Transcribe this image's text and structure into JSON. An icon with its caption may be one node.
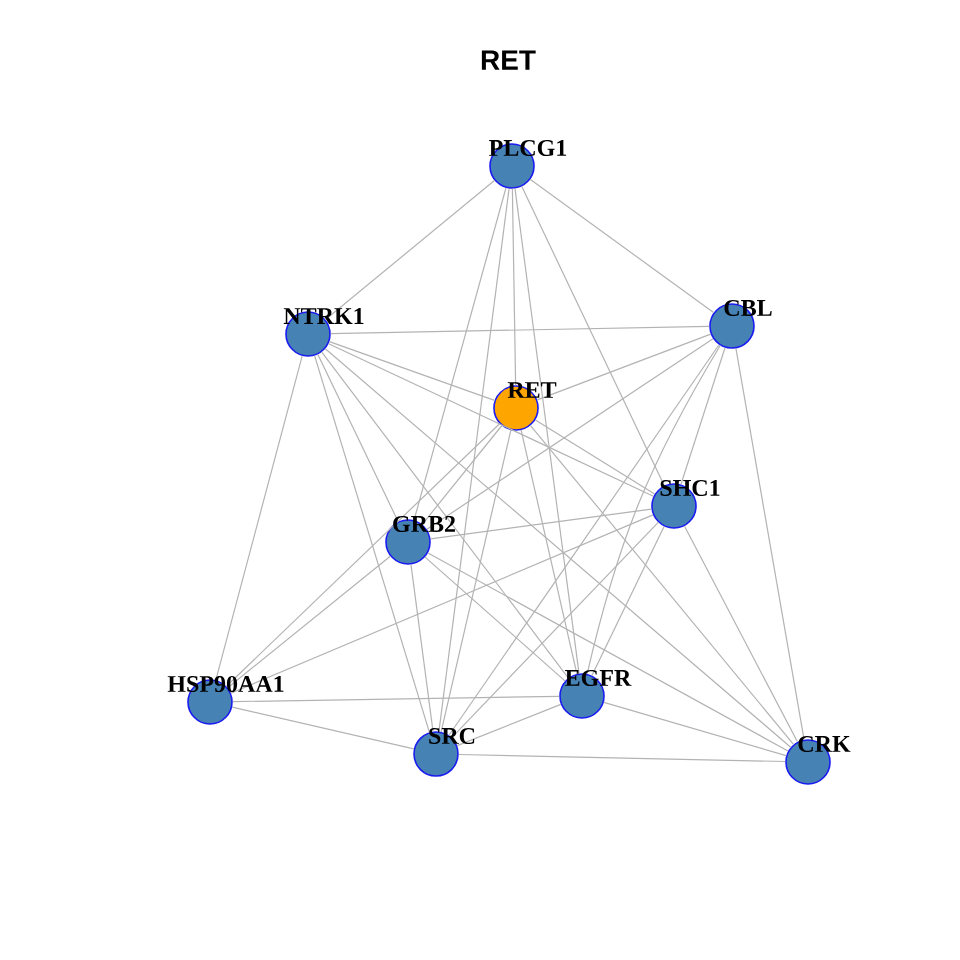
{
  "diagram": {
    "title": "RET",
    "nodes": [
      {
        "text": [
          "PLCG1"
        ]
      },
      {
        "text": [
          "NTRK1"
        ]
      },
      {
        "text": [
          "CBL"
        ]
      },
      {
        "text": [
          "RET"
        ]
      },
      {
        "text": [
          "SHC1"
        ]
      },
      {
        "text": [
          "GRB2"
        ]
      },
      {
        "text": [
          "HSP90AA1"
        ]
      },
      {
        "text": [
          "EGFR"
        ]
      },
      {
        "text": [
          "SRC"
        ]
      },
      {
        "text": [
          "CRK"
        ]
      }
    ],
    "edges": [
      {
        "from": 0,
        "to": 1,
        "arrow": "none"
      },
      {
        "from": 0,
        "to": 2,
        "arrow": "none"
      },
      {
        "from": 0,
        "to": 3,
        "arrow": "none"
      },
      {
        "from": 0,
        "to": 4,
        "arrow": "none"
      },
      {
        "from": 0,
        "to": 5,
        "arrow": "none"
      },
      {
        "from": 0,
        "to": 7,
        "arrow": "none"
      },
      {
        "from": 0,
        "to": 8,
        "arrow": "none"
      },
      {
        "from": 1,
        "to": 2,
        "arrow": "none"
      },
      {
        "from": 1,
        "to": 3,
        "arrow": "none"
      },
      {
        "from": 1,
        "to": 4,
        "arrow": "none"
      },
      {
        "from": 1,
        "to": 5,
        "arrow": "none"
      },
      {
        "from": 1,
        "to": 6,
        "arrow": "none"
      },
      {
        "from": 1,
        "to": 7,
        "arrow": "none"
      },
      {
        "from": 1,
        "to": 8,
        "arrow": "none"
      },
      {
        "from": 1,
        "to": 9,
        "arrow": "none"
      },
      {
        "from": 2,
        "to": 3,
        "arrow": "none"
      },
      {
        "from": 2,
        "to": 4,
        "arrow": "none"
      },
      {
        "from": 2,
        "to": 5,
        "arrow": "none"
      },
      {
        "from": 2,
        "to": 7,
        "arrow": "none"
      },
      {
        "from": 2,
        "to": 8,
        "arrow": "none"
      },
      {
        "from": 2,
        "to": 9,
        "arrow": "none"
      },
      {
        "from": 3,
        "to": 4,
        "arrow": "none"
      },
      {
        "from": 3,
        "to": 5,
        "arrow": "none"
      },
      {
        "from": 3,
        "to": 6,
        "arrow": "none"
      },
      {
        "from": 3,
        "to": 7,
        "arrow": "none"
      },
      {
        "from": 3,
        "to": 8,
        "arrow": "none"
      },
      {
        "from": 3,
        "to": 9,
        "arrow": "none"
      },
      {
        "from": 4,
        "to": 5,
        "arrow": "none"
      },
      {
        "from": 4,
        "to": 6,
        "arrow": "none"
      },
      {
        "from": 4,
        "to": 7,
        "arrow": "none"
      },
      {
        "from": 4,
        "to": 8,
        "arrow": "none"
      },
      {
        "from": 4,
        "to": 9,
        "arrow": "none"
      },
      {
        "from": 5,
        "to": 6,
        "arrow": "none"
      },
      {
        "from": 5,
        "to": 7,
        "arrow": "none"
      },
      {
        "from": 5,
        "to": 8,
        "arrow": "none"
      },
      {
        "from": 5,
        "to": 9,
        "arrow": "none"
      },
      {
        "from": 6,
        "to": 7,
        "arrow": "none"
      },
      {
        "from": 6,
        "to": 8,
        "arrow": "none"
      },
      {
        "from": 7,
        "to": 8,
        "arrow": "none"
      },
      {
        "from": 7,
        "to": 9,
        "arrow": "none"
      },
      {
        "from": 8,
        "to": 9,
        "arrow": "none"
      }
    ]
  }
}
